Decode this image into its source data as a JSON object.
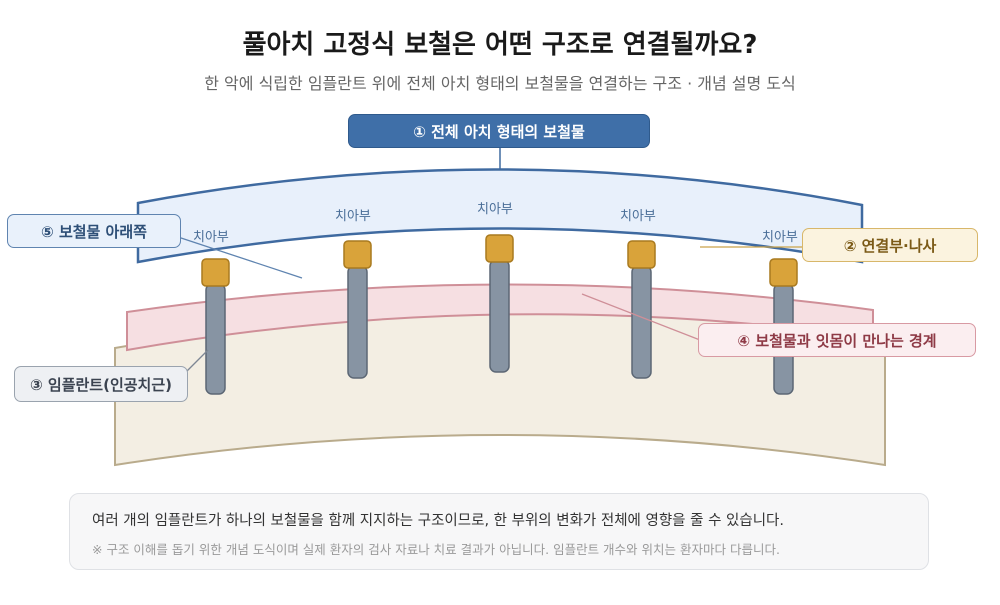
{
  "header": {
    "title": "풀아치 고정식 보철은 어떤 구조로 연결될까요?",
    "subtitle": "한 악에 식립한 임플란트 위에 전체 아치 형태의 보철물을 연결하는 구조 · 개념 설명 도식"
  },
  "callouts": {
    "prosthesis": "① 전체 아치 형태의 보철물",
    "connector": "② 연결부·나사",
    "implant": "③ 임플란트(인공치근)",
    "boundary": "④ 보철물과 잇몸이 만나는 경계",
    "underside": "⑤ 보철물 아래쪽"
  },
  "teeth_labels": [
    "치아부",
    "치아부",
    "치아부",
    "치아부",
    "치아부"
  ],
  "note": {
    "main": "여러 개의 임플란트가 하나의 보철물을 함께 지지하는 구조이므로, 한 부위의 변화가 전체에 영향을 줄 수 있습니다.",
    "disclaimer": "※ 구조 이해를 돕기 위한 개념 도식이며 실제 환자의 검사 자료나 치료 결과가 아닙니다. 임플란트 개수와 위치는 환자마다 다릅니다."
  },
  "colors": {
    "prosthesis_fill": "#e8f0fb",
    "prosthesis_stroke": "#3f6aa0",
    "gum_fill": "#f6dfe2",
    "gum_stroke": "#cf8f98",
    "bone_fill": "#f3eee3",
    "bone_stroke": "#b9ab8c",
    "implant_fill": "#8794a3",
    "connector_fill": "#d9a33a"
  }
}
